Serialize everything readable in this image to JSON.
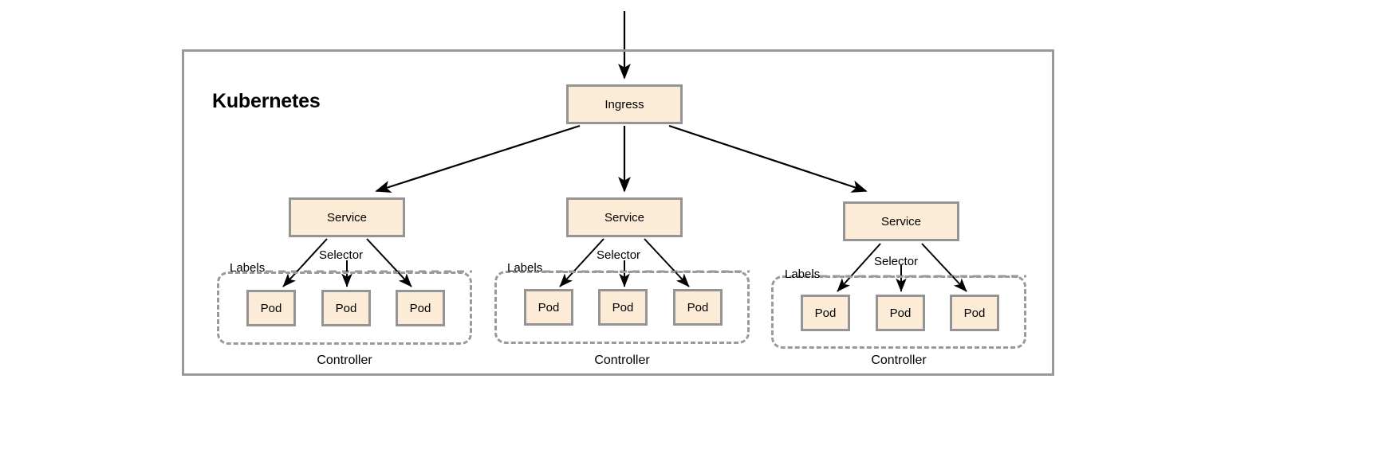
{
  "diagram": {
    "title": "Kubernetes",
    "type": "architecture-diagram",
    "colors": {
      "node_fill": "#FBEBD7",
      "node_border": "#949494",
      "frame_border": "#9A9A9A",
      "dashed_border": "#9A9A9A",
      "arrow": "#000000",
      "text": "#000000",
      "background": "#FFFFFF"
    },
    "ingress": {
      "label": "Ingress"
    },
    "inbound_arrow": {
      "label": "",
      "description": "external-traffic-arrow"
    },
    "groups": [
      {
        "service_label": "Service",
        "selector_label": "Selector",
        "labels_label": "Labels",
        "controller_label": "Controller",
        "pods": [
          {
            "label": "Pod"
          },
          {
            "label": "Pod"
          },
          {
            "label": "Pod"
          }
        ]
      },
      {
        "service_label": "Service",
        "selector_label": "Selector",
        "labels_label": "Labels",
        "controller_label": "Controller",
        "pods": [
          {
            "label": "Pod"
          },
          {
            "label": "Pod"
          },
          {
            "label": "Pod"
          }
        ]
      },
      {
        "service_label": "Service",
        "selector_label": "Selector",
        "labels_label": "Labels",
        "controller_label": "Controller",
        "pods": [
          {
            "label": "Pod"
          },
          {
            "label": "Pod"
          },
          {
            "label": "Pod"
          }
        ]
      }
    ]
  }
}
